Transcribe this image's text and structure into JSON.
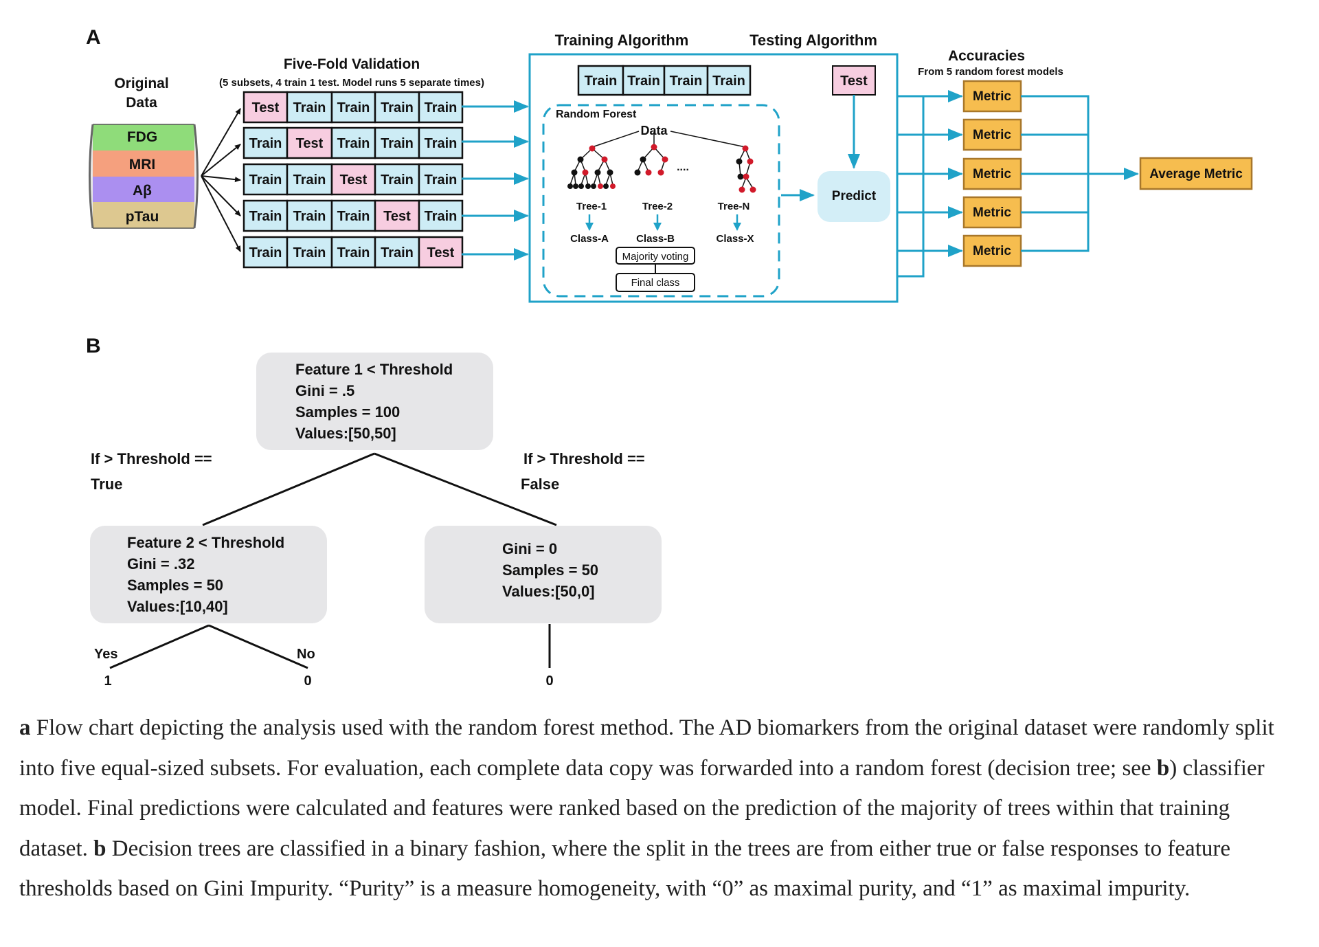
{
  "colors": {
    "accent": "#1fa2c8",
    "train": "#cdecf5",
    "test": "#f7cde0",
    "metric": "#f6bd4f",
    "node": "#e6e6e8",
    "predict": "#d3eef7",
    "fdg": "#8fdc7a",
    "mri": "#f5a07e",
    "abeta": "#ab8ff0",
    "ptau": "#ddc890",
    "red": "#d11a2a"
  },
  "panelA": {
    "letter": "A",
    "original_data": [
      "Original",
      "Data"
    ],
    "cylinder": [
      "FDG",
      "MRI",
      "Aβ",
      "pTau"
    ],
    "five_fold_title": "Five-Fold Validation",
    "five_fold_sub": "(5 subsets, 4 train 1 test. Model runs 5 separate times)",
    "folds": [
      [
        "Test",
        "Train",
        "Train",
        "Train",
        "Train"
      ],
      [
        "Train",
        "Test",
        "Train",
        "Train",
        "Train"
      ],
      [
        "Train",
        "Train",
        "Test",
        "Train",
        "Train"
      ],
      [
        "Train",
        "Train",
        "Train",
        "Test",
        "Train"
      ],
      [
        "Train",
        "Train",
        "Train",
        "Train",
        "Test"
      ]
    ],
    "training_algorithm": "Training Algorithm",
    "testing_algorithm": "Testing Algorithm",
    "train_row": [
      "Train",
      "Train",
      "Train",
      "Train"
    ],
    "test_box": "Test",
    "random_forest": "Random Forest",
    "data": "Data",
    "ellipsis": "....",
    "trees": [
      "Tree-1",
      "Tree-2",
      "Tree-N"
    ],
    "classes": [
      "Class-A",
      "Class-B",
      "Class-X"
    ],
    "majority_voting": "Majority voting",
    "final_class": "Final class",
    "predict": "Predict",
    "accuracies": "Accuracies",
    "accuracies_sub": "From 5 random forest models",
    "metrics": [
      "Metric",
      "Metric",
      "Metric",
      "Metric",
      "Metric"
    ],
    "average_metric": "Average Metric"
  },
  "panelB": {
    "letter": "B",
    "root": [
      "Feature 1 < Threshold",
      "Gini = .5",
      "Samples = 100",
      "Values:[50,50]"
    ],
    "left_label": [
      "If > Threshold ==",
      "True"
    ],
    "right_label": [
      "If > Threshold ==",
      "False"
    ],
    "left_node": [
      "Feature 2 < Threshold",
      "Gini = .32",
      "Samples = 50",
      "Values:[10,40]"
    ],
    "right_node": [
      "Gini = 0",
      "Samples = 50",
      "Values:[50,0]"
    ],
    "yes": "Yes",
    "no": "No",
    "leaf_yes": "1",
    "leaf_no": "0",
    "leaf_right": "0"
  },
  "caption": {
    "a": "a",
    "a_text": " Flow chart depicting the analysis used with the random forest method. The AD biomarkers from the original dataset were randomly split into five equal-sized subsets. For evaluation, each complete data copy was forwarded into a random forest (decision tree; see ",
    "b_ref": "b",
    "mid_text": ") classifier model. Final predictions were calculated and features were ranked based on the prediction of the majority of trees within that training dataset. ",
    "b": "b",
    "b_text": " Decision trees are classified in a binary fashion, where the split in the trees are from either true or false responses to feature thresholds based on Gini Impurity. “Purity” is a measure homogeneity, with “0” as maximal purity, and “1” as maximal impurity."
  }
}
